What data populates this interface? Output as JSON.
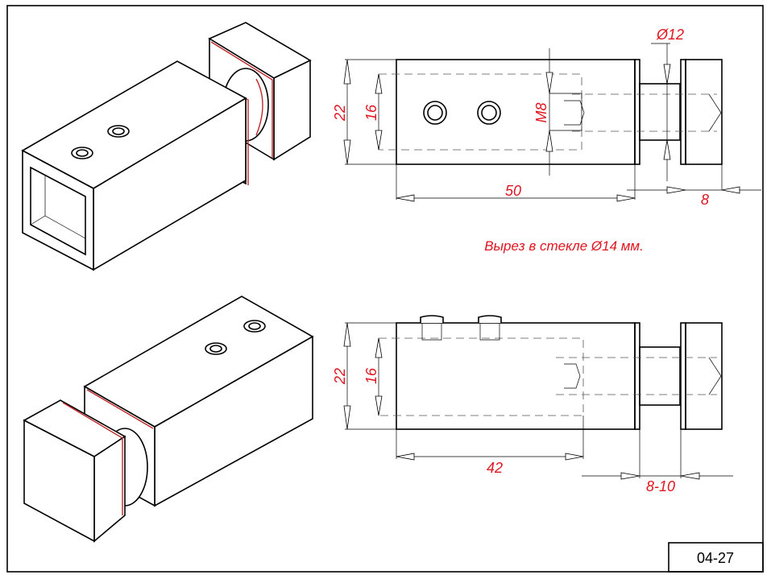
{
  "drawing": {
    "code": "04-27",
    "note": "Вырез в стекле Ø14 мм.",
    "top_view": {
      "height": "22",
      "inner": "16",
      "thread": "M8",
      "diameter": "Ø12",
      "length": "50",
      "cap": "8"
    },
    "bottom_view": {
      "height": "22",
      "inner": "16",
      "length": "42",
      "glass": "8-10"
    },
    "colors": {
      "dimension": "#e0151f",
      "line": "#000000",
      "edge": "#c0282a"
    }
  }
}
